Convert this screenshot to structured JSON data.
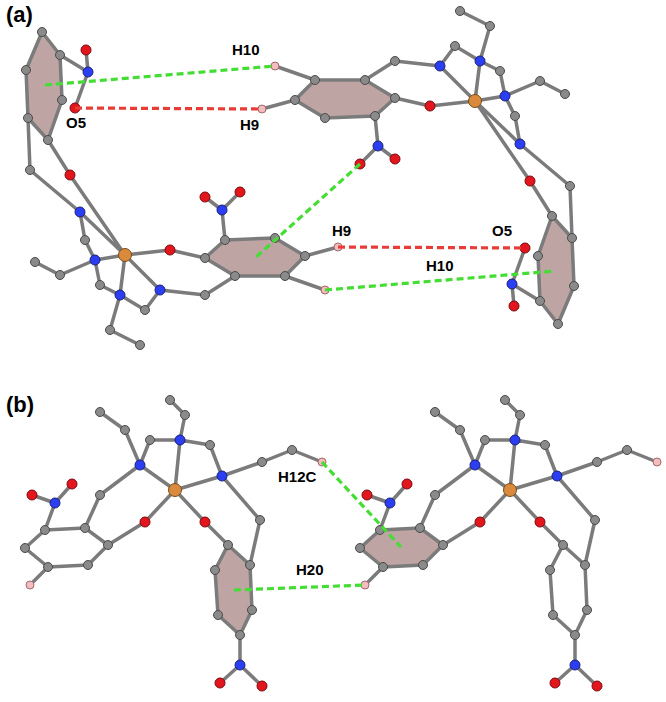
{
  "diagram": {
    "labels": [
      "(a)",
      "H10",
      "O5",
      "H9",
      "H9",
      "O5",
      "H10",
      "(b)",
      "H12C",
      "H20"
    ]
  }
}
